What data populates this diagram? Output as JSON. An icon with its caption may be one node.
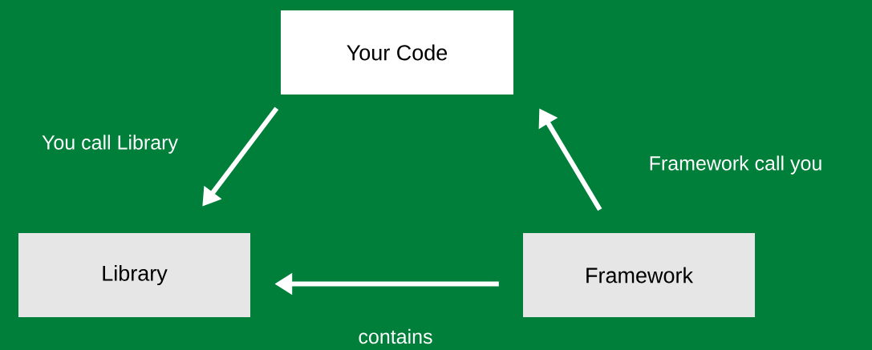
{
  "diagram": {
    "nodes": [
      {
        "text": [
          "Your Code"
        ]
      },
      {
        "text": [
          "Library"
        ]
      },
      {
        "text": [
          "Framework"
        ]
      }
    ],
    "edges": [
      {
        "from": 0,
        "to": 1,
        "arrow": "to",
        "label": "You call Library"
      },
      {
        "from": 2,
        "to": 0,
        "arrow": "to",
        "label": "Framework call you"
      },
      {
        "from": 2,
        "to": 1,
        "arrow": "to",
        "label": "contains"
      }
    ]
  }
}
